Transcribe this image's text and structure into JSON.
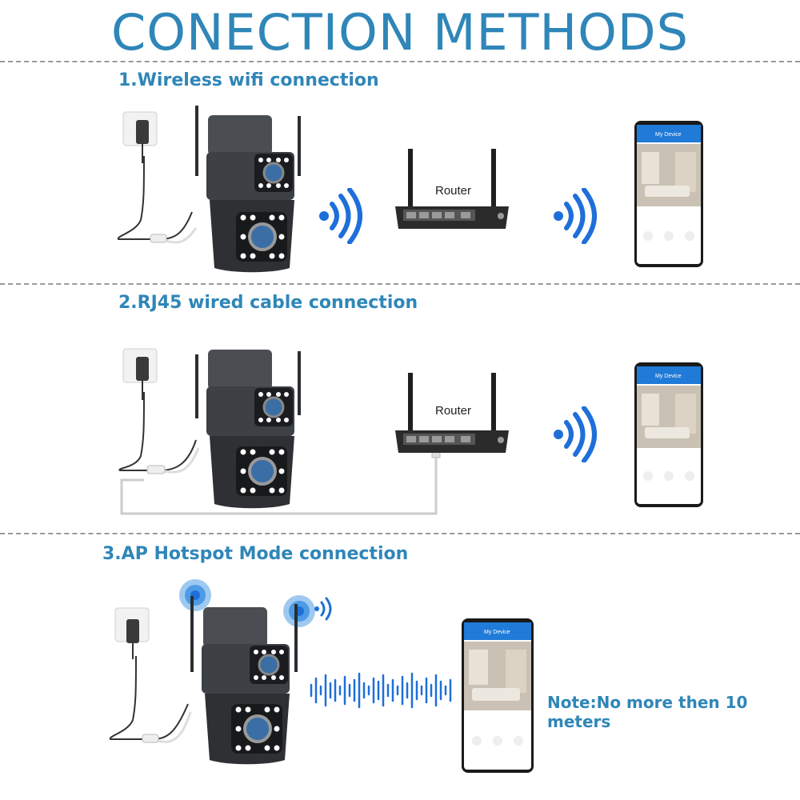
{
  "title": "CONECTION METHODS",
  "sections": [
    {
      "label": "1.Wireless wifi connection",
      "router_label": "Router",
      "phone_title": "My Device"
    },
    {
      "label": "2.RJ45 wired cable connection",
      "router_label": "Router",
      "phone_title": "My Device"
    },
    {
      "label": "3.AP Hotspot Mode connection",
      "phone_title": "My Device"
    }
  ],
  "note": "Note:No more then 10 meters",
  "colors": {
    "accent": "#2f86b8",
    "wifi": "#1e6fd9",
    "camera": "#3a3d42"
  }
}
